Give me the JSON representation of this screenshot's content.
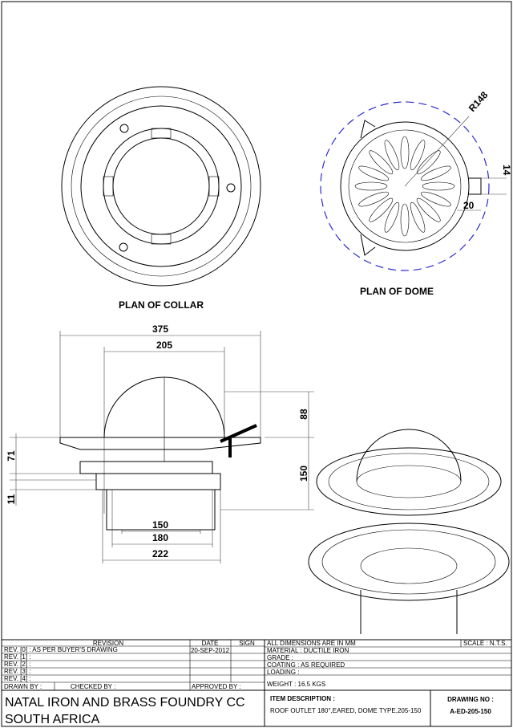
{
  "views": {
    "collar_label": "PLAN OF COLLAR",
    "dome_label": "PLAN OF DOME"
  },
  "dimensions": {
    "r148": "R148",
    "d14": "14",
    "d20": "20",
    "d375": "375",
    "d205": "205",
    "d88": "88",
    "d150v": "150",
    "d71": "71",
    "d11": "11",
    "d150": "150",
    "d180": "180",
    "d222": "222"
  },
  "title_block": {
    "revision_header": "REVISION",
    "date_header": "DATE",
    "sign_header": "SIGN",
    "revisions": [
      {
        "label": "REV. [0] : AS PER BUYER'S DRAWING",
        "date": "20-SEP-2012"
      },
      {
        "label": "REV. [1] :",
        "date": ""
      },
      {
        "label": "REV. [2] :",
        "date": ""
      },
      {
        "label": "REV. [3] :",
        "date": ""
      },
      {
        "label": "REV. [4] :",
        "date": ""
      }
    ],
    "drawn_by": "DRAWN BY :",
    "checked_by": "CHECKED BY :",
    "approved_by": "APPROVED BY :",
    "dimensions_note": "ALL DIMENSIONS ARE IN MM",
    "scale": "SCALE : N.T.S.",
    "material": "MATERIAL : DUCTILE IRON",
    "grade": "GRADE :",
    "coating": "COATING : AS REQUIRED",
    "loading": "LOADING :",
    "weight": "WEIGHT : 16.5 KGS",
    "company_line1": "NATAL IRON AND BRASS FOUNDRY CC",
    "company_line2": "SOUTH AFRICA",
    "item_description_label": "ITEM DESCRIPTION :",
    "item_description": "ROOF OUTLET 180°,EARED, DOME TYPE,205-150",
    "drawing_no_label": "DRAWING NO :",
    "drawing_no": "A-ED-205-150"
  }
}
